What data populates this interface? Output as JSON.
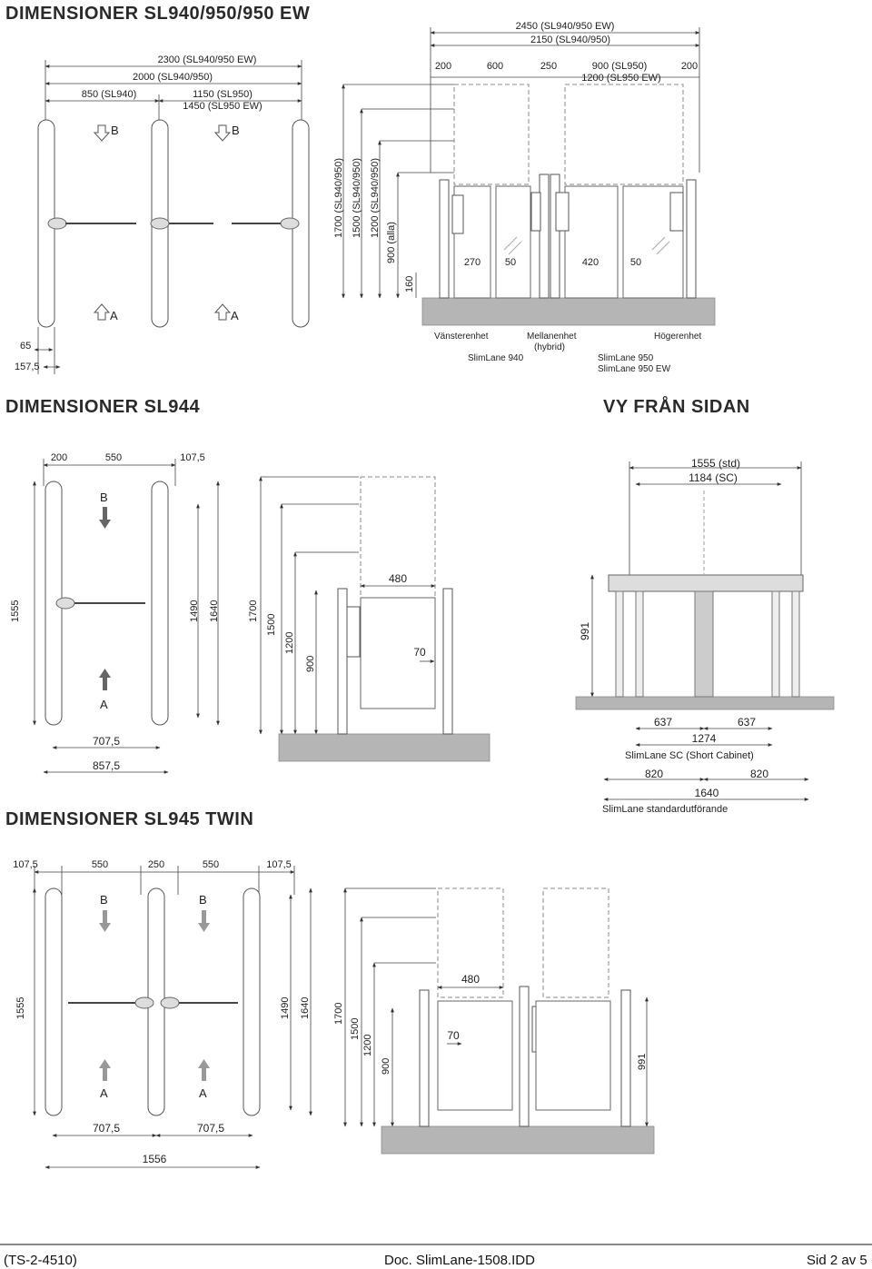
{
  "headings": {
    "sl940": "DIMENSIONER SL940/950/950 EW",
    "sl944": "DIMENSIONER SL944",
    "side": "VY FRÅN SIDAN",
    "sl945": "DIMENSIONER SL945 TWIN"
  },
  "sl940_top": {
    "w2300": "2300 (SL940/950 EW)",
    "w2000": "2000 (SL940/950)",
    "w850": "850 (SL940)",
    "w1150": "1150 (SL950)",
    "w1450": "1450 (SL950 EW)",
    "b1": "B",
    "b2": "B",
    "a1": "A",
    "a2": "A",
    "d65": "65",
    "d157": "157,5"
  },
  "sl940_front": {
    "w2450": "2450 (SL940/950 EW)",
    "w2150": "2150 (SL940/950)",
    "s200a": "200",
    "s600": "600",
    "s250": "250",
    "s900": "900 (SL950)",
    "s1200": "1200 (SL950 EW)",
    "s200b": "200",
    "h1700": "1700 (SL940/950)",
    "h1500": "1500 (SL940/950)",
    "h1200": "1200 (SL940/950)",
    "h900": "900 (alla)",
    "h160": "160",
    "g270": "270",
    "g50a": "50",
    "g420": "420",
    "g50b": "50",
    "lbl_left": "Vänsterenhet",
    "lbl_mid": "Mellanenhet",
    "lbl_hybrid": "(hybrid)",
    "lbl_right": "Högerenhet",
    "lbl_sl940": "SlimLane 940",
    "lbl_sl950": "SlimLane 950",
    "lbl_sl950ew": "SlimLane 950 EW"
  },
  "sl944_top": {
    "w200": "200",
    "w550": "550",
    "w107": "107,5",
    "b": "B",
    "a": "A",
    "h1555": "1555",
    "h1490": "1490",
    "h1640": "1640",
    "w707": "707,5",
    "w857": "857,5"
  },
  "sl944_front": {
    "h1700": "1700",
    "h1500": "1500",
    "h1200": "1200",
    "h900": "900",
    "w480": "480",
    "g70": "70"
  },
  "side_view": {
    "w1555": "1555 (std)",
    "w1184": "1184 (SC)",
    "h991": "991",
    "w637a": "637",
    "w637b": "637",
    "w1274": "1274",
    "lbl_sc": "SlimLane SC (Short Cabinet)",
    "w820a": "820",
    "w820b": "820",
    "w1640": "1640",
    "lbl_std": "SlimLane standardutförande"
  },
  "sl945_top": {
    "w107a": "107,5",
    "w550a": "550",
    "w250": "250",
    "w550b": "550",
    "w107b": "107,5",
    "b1": "B",
    "b2": "B",
    "a1": "A",
    "a2": "A",
    "h1555": "1555",
    "h1490": "1490",
    "h1640": "1640",
    "w707a": "707,5",
    "w707b": "707,5",
    "w1556": "1556"
  },
  "sl945_front": {
    "h1700": "1700",
    "h1500": "1500",
    "h1200": "1200",
    "h900": "900",
    "w480": "480",
    "g70": "70",
    "h991": "991"
  },
  "footer": {
    "ref": "(TS-2-4510)",
    "doc": "Doc. SlimLane-1508.IDD",
    "page": "Sid 2 av 5"
  }
}
